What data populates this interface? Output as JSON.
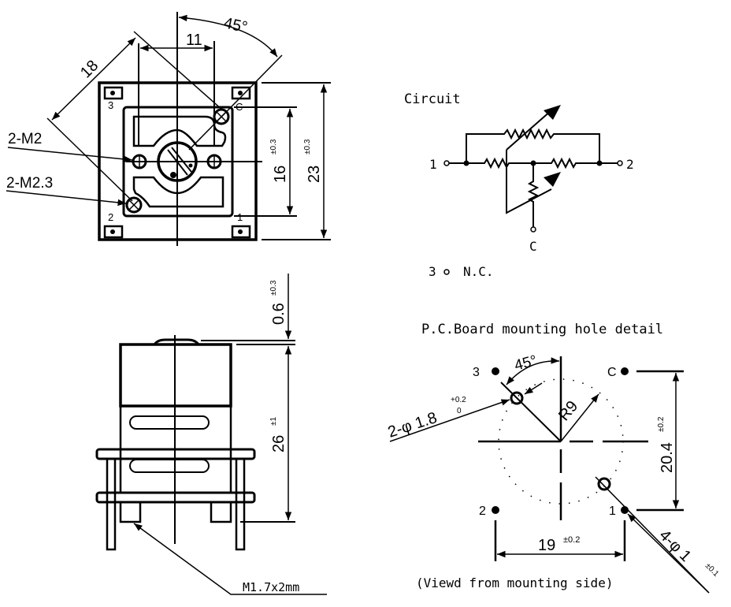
{
  "top_view": {
    "dim_angle": "45°",
    "dim_width": "11",
    "dim_diagonal": "18",
    "dim_inner_height": "16",
    "dim_inner_tol": "±0.3",
    "dim_outer_height": "23",
    "dim_outer_tol": "±0.3",
    "callout_m2": "2-M2",
    "callout_m23": "2-M2.3",
    "pin_labels": {
      "p3": "3",
      "pc": "C",
      "p2": "2",
      "p1": "1"
    }
  },
  "side_view": {
    "dim_gap": "0.6",
    "dim_gap_tol": "±0.3",
    "dim_height": "26",
    "dim_height_tol": "±1",
    "callout_screw": "M1.7x2mm"
  },
  "circuit": {
    "title": "Circuit",
    "terminal_1": "1",
    "terminal_2": "2",
    "terminal_c": "C",
    "nc_note_pin": "3",
    "nc_note_text": "N.C."
  },
  "pcb_detail": {
    "title": "P.C.Board mounting hole detail",
    "angle": "45°",
    "radius": "R9",
    "hole_large": "2-φ 1.8",
    "hole_large_tol_upper": "+0.2",
    "hole_large_tol_lower": "0",
    "hole_small": "4-φ 1",
    "hole_small_tol": "±0.1",
    "dim_vertical": "20.4",
    "dim_vertical_tol": "±0.2",
    "dim_horizontal": "19",
    "dim_horizontal_tol": "±0.2",
    "pin_labels": {
      "p3": "3",
      "pc": "C",
      "p2": "2",
      "p1": "1"
    },
    "caption": "(Viewd from mounting side)"
  }
}
